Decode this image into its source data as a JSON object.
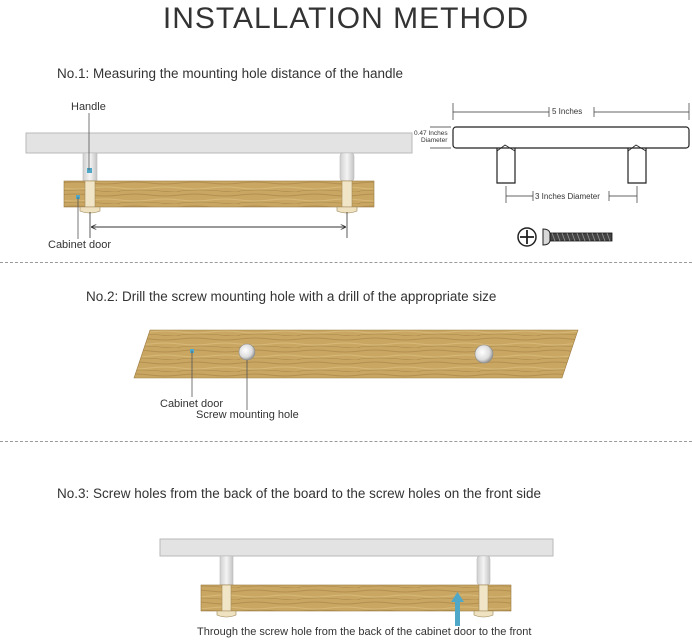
{
  "title": "INSTALLATION METHOD",
  "steps": {
    "step1": "No.1: Measuring the mounting hole distance of the handle",
    "step2": "No.2: Drill the screw mounting hole with a drill of the appropriate size",
    "step3": "No.3: Screw holes from the back of the board to the screw holes on the front side"
  },
  "labels": {
    "handle": "Handle",
    "cabinet_door_1": "Cabinet door",
    "cabinet_door_2": "Cabinet door",
    "screw_mounting_hole": "Screw mounting hole",
    "through_hole": "Through the screw hole from the back of the cabinet door to the front"
  },
  "dimensions": {
    "length": "5 Inches",
    "diameter_value": "0.47 Inches",
    "diameter_word": "Diameter",
    "hole_spacing": "3 Inches Diameter"
  },
  "colors": {
    "wood": "#c9a763",
    "wood_dark": "#a8854a",
    "handle_gray": "#e2e2e2",
    "marker_blue": "#4fa8c8",
    "arrow_teal": "#4fa8c8"
  },
  "icons": [
    "screw-icon",
    "arrow-up-icon"
  ]
}
